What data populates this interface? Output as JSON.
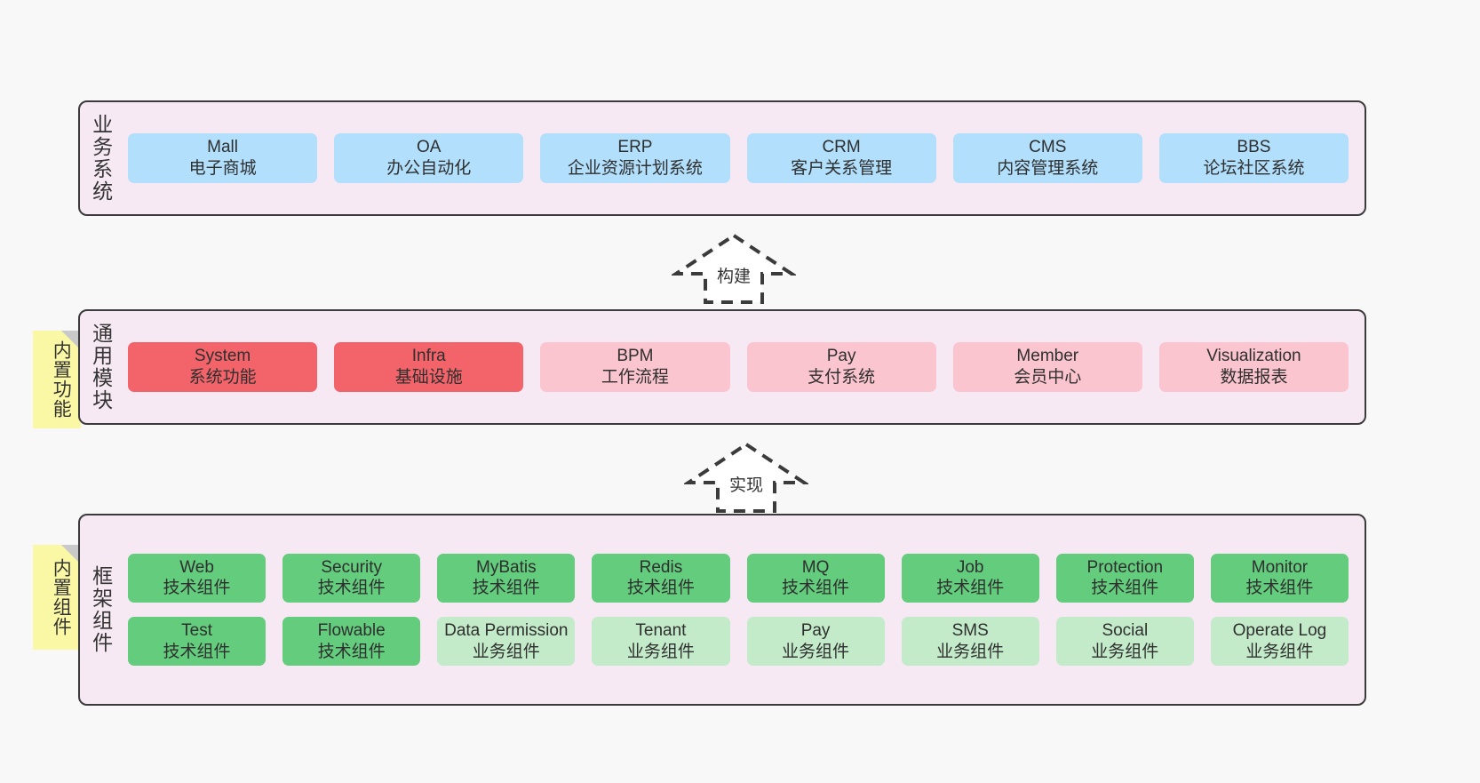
{
  "diagram": {
    "background_color": "#f8f8f8",
    "layer_fill": "#f7e9f3",
    "layer_border": "#3b3b3b",
    "note_color": "#fbf8a5",
    "colors": {
      "blue": "#b1dffc",
      "red": "#f2646a",
      "pink": "#fbc5cf",
      "green": "#63cc7d",
      "light_green": "#c3ebc9"
    }
  },
  "layers": [
    {
      "id": "business-systems",
      "title": "业务系统",
      "cards": [
        {
          "en": "Mall",
          "cn": "电子商城",
          "color": "blue"
        },
        {
          "en": "OA",
          "cn": "办公自动化",
          "color": "blue"
        },
        {
          "en": "ERP",
          "cn": "企业资源计划系统",
          "color": "blue"
        },
        {
          "en": "CRM",
          "cn": "客户关系管理",
          "color": "blue"
        },
        {
          "en": "CMS",
          "cn": "内容管理系统",
          "color": "blue"
        },
        {
          "en": "BBS",
          "cn": "论坛社区系统",
          "color": "blue"
        }
      ]
    },
    {
      "id": "common-modules",
      "title": "通用模块",
      "note": "内置功能",
      "cards": [
        {
          "en": "System",
          "cn": "系统功能",
          "color": "red"
        },
        {
          "en": "Infra",
          "cn": "基础设施",
          "color": "red"
        },
        {
          "en": "BPM",
          "cn": "工作流程",
          "color": "pink"
        },
        {
          "en": "Pay",
          "cn": "支付系统",
          "color": "pink"
        },
        {
          "en": "Member",
          "cn": "会员中心",
          "color": "pink"
        },
        {
          "en": "Visualization",
          "cn": "数据报表",
          "color": "pink"
        }
      ]
    },
    {
      "id": "framework-components",
      "title": "框架组件",
      "note": "内置组件",
      "rows": [
        [
          {
            "en": "Web",
            "cn": "技术组件",
            "color": "green"
          },
          {
            "en": "Security",
            "cn": "技术组件",
            "color": "green"
          },
          {
            "en": "MyBatis",
            "cn": "技术组件",
            "color": "green"
          },
          {
            "en": "Redis",
            "cn": "技术组件",
            "color": "green"
          },
          {
            "en": "MQ",
            "cn": "技术组件",
            "color": "green"
          },
          {
            "en": "Job",
            "cn": "技术组件",
            "color": "green"
          },
          {
            "en": "Protection",
            "cn": "技术组件",
            "color": "green"
          },
          {
            "en": "Monitor",
            "cn": "技术组件",
            "color": "green"
          }
        ],
        [
          {
            "en": "Test",
            "cn": "技术组件",
            "color": "green"
          },
          {
            "en": "Flowable",
            "cn": "技术组件",
            "color": "green"
          },
          {
            "en": "Data Permission",
            "cn": "业务组件",
            "color": "light_green"
          },
          {
            "en": "Tenant",
            "cn": "业务组件",
            "color": "light_green"
          },
          {
            "en": "Pay",
            "cn": "业务组件",
            "color": "light_green"
          },
          {
            "en": "SMS",
            "cn": "业务组件",
            "color": "light_green"
          },
          {
            "en": "Social",
            "cn": "业务组件",
            "color": "light_green"
          },
          {
            "en": "Operate Log",
            "cn": "业务组件",
            "color": "light_green"
          }
        ]
      ]
    }
  ],
  "connectors": [
    {
      "id": "build",
      "label": "构建",
      "direction": "up"
    },
    {
      "id": "implement",
      "label": "实现",
      "direction": "up"
    }
  ]
}
